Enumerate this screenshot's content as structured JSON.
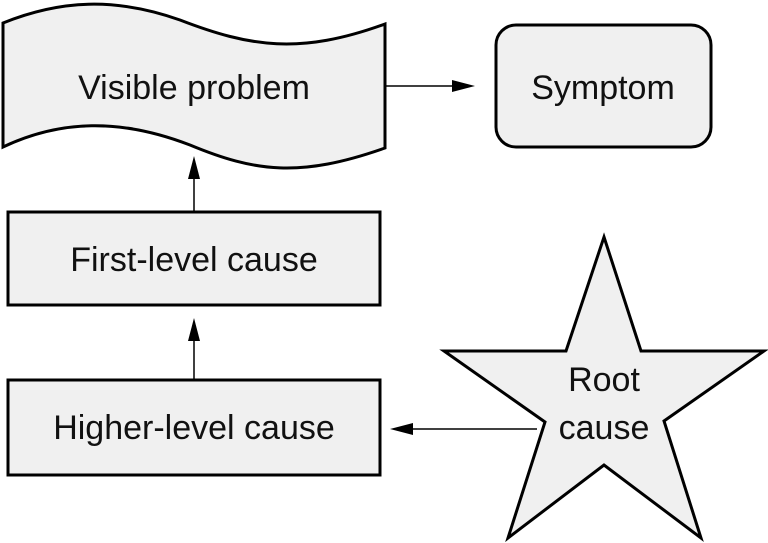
{
  "diagram": {
    "type": "root-cause-analysis",
    "colors": {
      "shape_fill": "#f0f0f0",
      "stroke": "#000000",
      "text": "#111111",
      "background": "#ffffff"
    },
    "nodes": {
      "visible_problem": {
        "label": "Visible problem",
        "shape": "wave-banner"
      },
      "symptom": {
        "label": "Symptom",
        "shape": "rounded-rectangle"
      },
      "first_level_cause": {
        "label": "First-level cause",
        "shape": "rectangle"
      },
      "higher_level_cause": {
        "label": "Higher-level cause",
        "shape": "rectangle"
      },
      "root_cause": {
        "label_line1": "Root",
        "label_line2": "cause",
        "shape": "star"
      }
    },
    "edges": [
      {
        "from": "visible_problem",
        "to": "symptom"
      },
      {
        "from": "first_level_cause",
        "to": "visible_problem"
      },
      {
        "from": "higher_level_cause",
        "to": "first_level_cause"
      },
      {
        "from": "root_cause",
        "to": "higher_level_cause"
      }
    ]
  }
}
